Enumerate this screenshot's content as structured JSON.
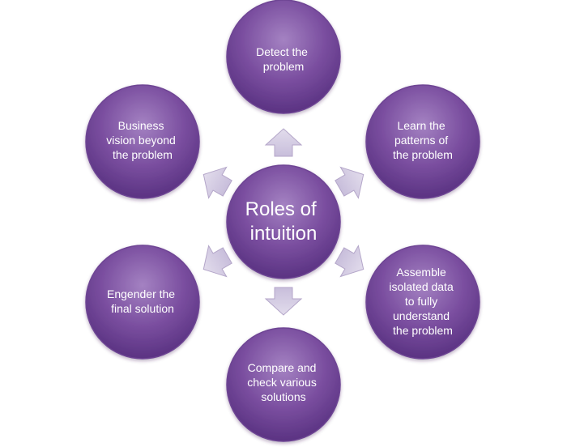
{
  "diagram": {
    "center": {
      "lines": [
        "Roles of",
        "intuition"
      ]
    },
    "nodes": [
      {
        "id": "top",
        "lines": [
          "Detect the",
          "problem"
        ]
      },
      {
        "id": "upper-right",
        "lines": [
          "Learn the",
          "patterns of",
          "the problem"
        ]
      },
      {
        "id": "lower-right",
        "lines": [
          "Assemble",
          "isolated data",
          "to fully",
          "understand",
          "the problem"
        ]
      },
      {
        "id": "bottom",
        "lines": [
          "Compare and",
          "check various",
          "solutions"
        ]
      },
      {
        "id": "lower-left",
        "lines": [
          "Engender the",
          "final solution"
        ]
      },
      {
        "id": "upper-left",
        "lines": [
          "Business",
          "vision beyond",
          "the problem"
        ]
      }
    ]
  },
  "colors": {
    "circle_main": "#7b4fa0",
    "circle_light": "#9c79bc",
    "circle_dark": "#5a3282",
    "circle_stroke": "#6e4594",
    "arrow_fill": "#d4cce2",
    "arrow_stroke": "#b4a6c9",
    "text": "#ffffff"
  }
}
